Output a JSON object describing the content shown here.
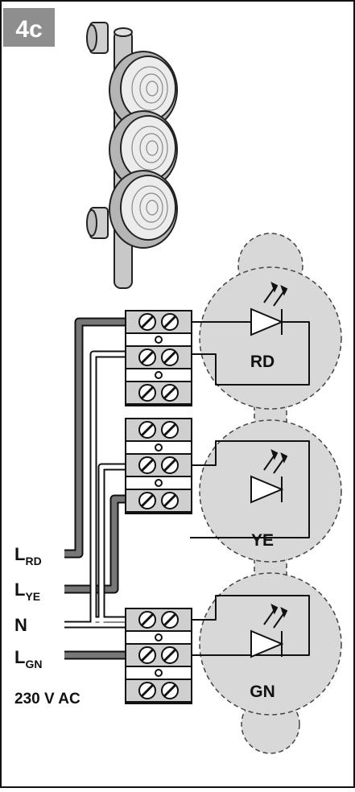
{
  "figure": {
    "badge": "4c",
    "badge_color": "#8e8e8e",
    "lamp_colors": [
      {
        "code": "RD"
      },
      {
        "code": "YE"
      },
      {
        "code": "GN"
      }
    ],
    "terminal_labels": [
      {
        "main": "L",
        "sub": "RD"
      },
      {
        "main": "L",
        "sub": "YE"
      },
      {
        "main": "N",
        "sub": ""
      },
      {
        "main": "L",
        "sub": "GN"
      }
    ],
    "supply": "230 V AC",
    "icons": [
      "signal-tower-icon",
      "terminal-block-icon",
      "led-diode-icon",
      "light-rays-icon"
    ],
    "colors": {
      "wire_live": "#777777",
      "wire_neutral": "#ffffff",
      "lamp_fill": "#d8d8d8",
      "outline": "#111111"
    }
  }
}
